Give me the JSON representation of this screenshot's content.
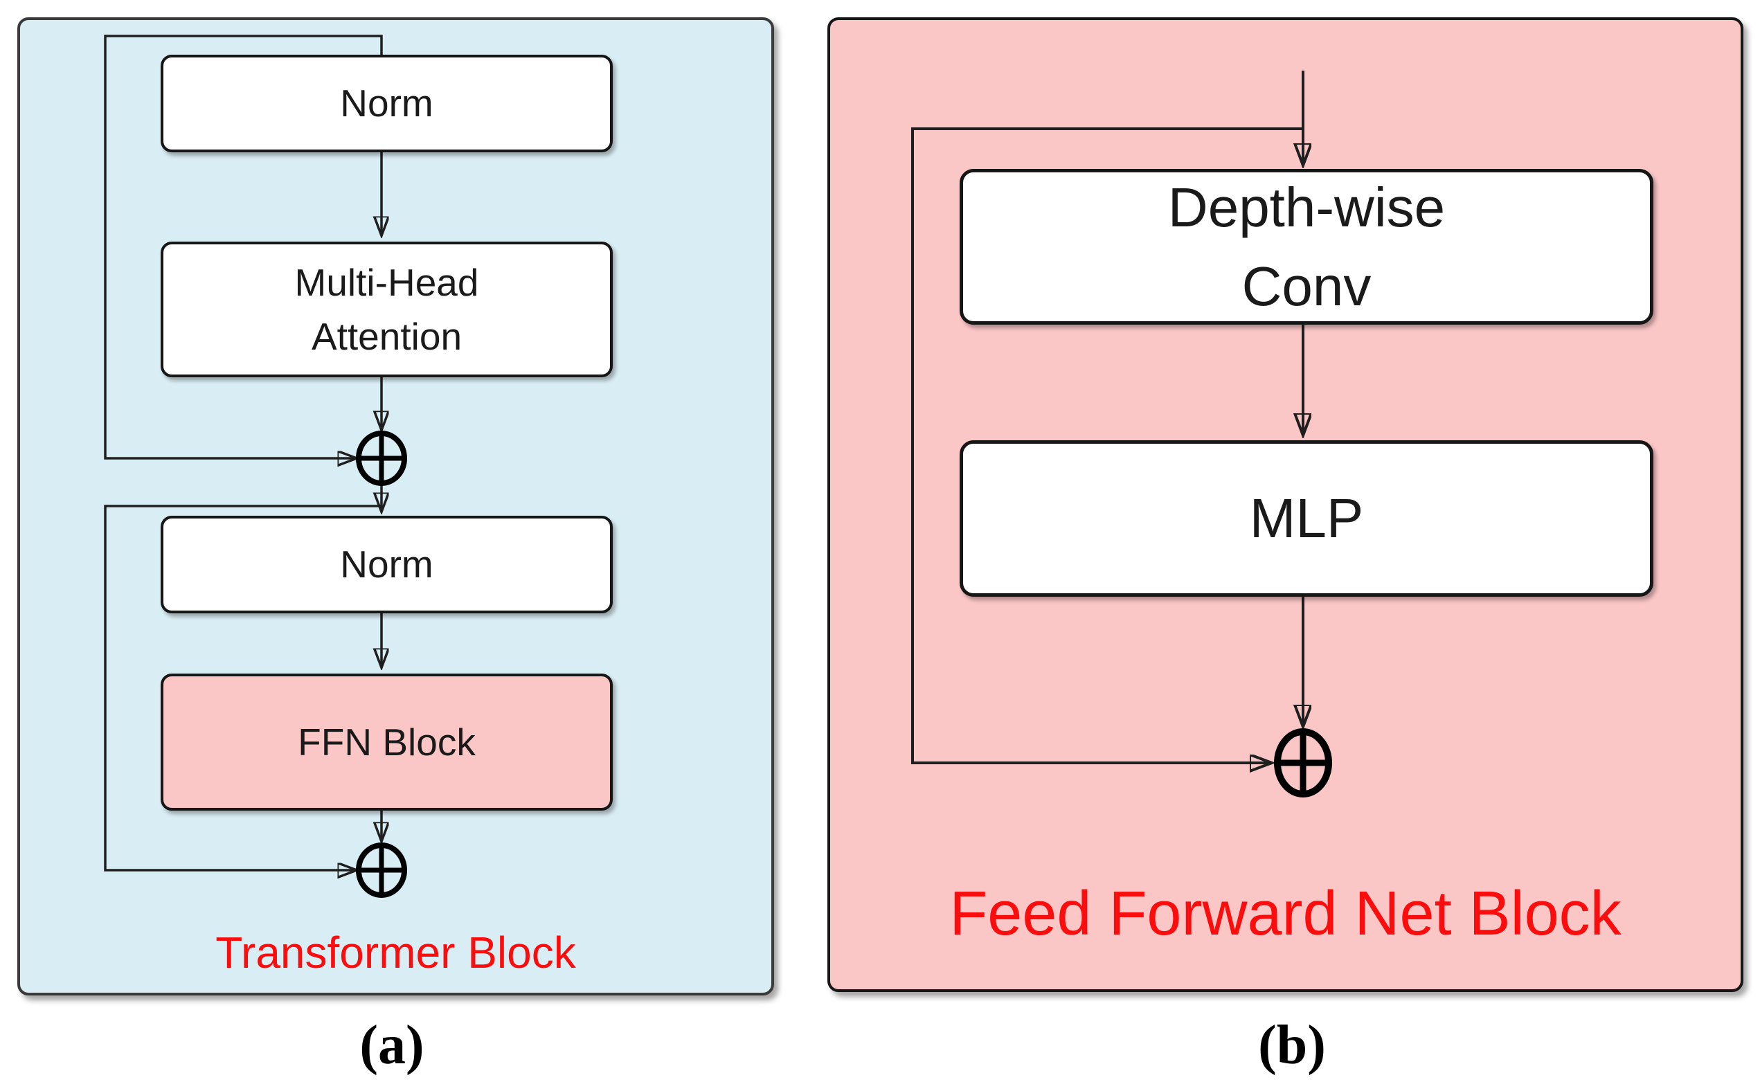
{
  "figure": {
    "panel_a": {
      "caption": "(a)",
      "block_label": "Transformer Block",
      "boxes": {
        "norm_top": "Norm",
        "multi_head_attention": "Multi-Head\nAttention",
        "norm_bottom": "Norm",
        "ffn_block": "FFN Block"
      }
    },
    "panel_b": {
      "caption": "(b)",
      "block_label": "Feed Forward Net Block",
      "boxes": {
        "depthwise_conv": "Depth-wise\nConv",
        "mlp": "MLP"
      }
    }
  },
  "colors": {
    "panel_a_bg": "#d9edf4",
    "panel_b_bg": "#fbc6c6",
    "ffn_box_bg": "#fbc6c6",
    "box_bg": "#ffffff",
    "line_color": "#1f1f1f",
    "red_label": "#fb0d0d",
    "panel_border": "#3a3a3a",
    "caption_color": "#000000"
  }
}
